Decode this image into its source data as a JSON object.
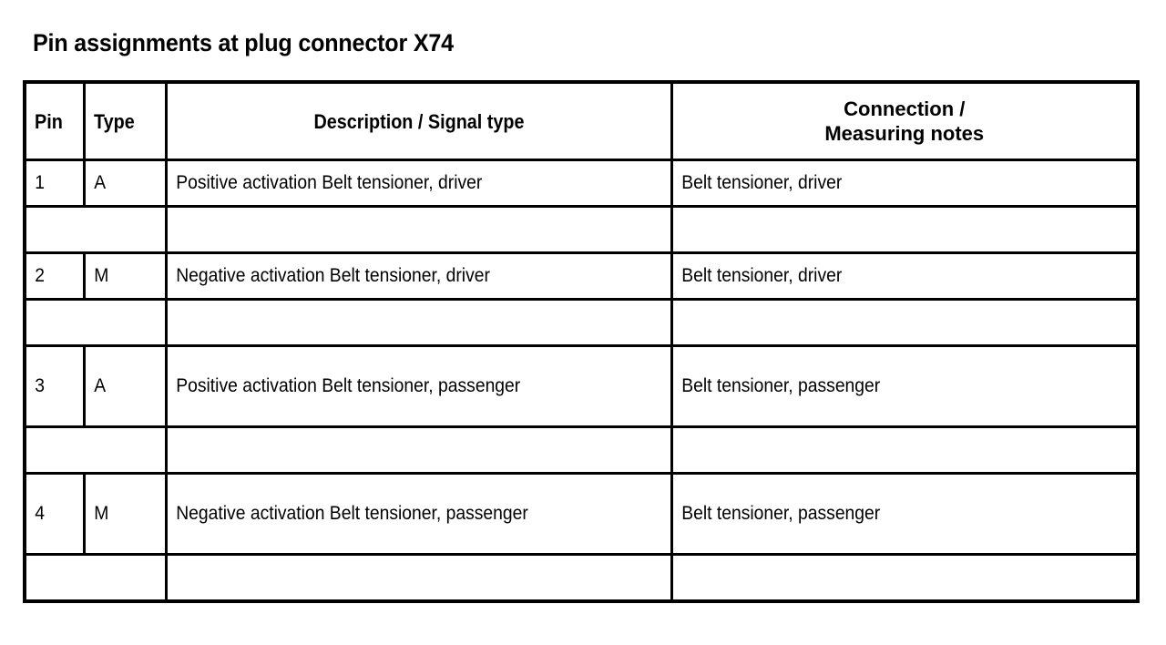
{
  "page_title": "Pin assignments at plug connector X74",
  "table": {
    "headers": {
      "pin": "Pin",
      "type": "Type",
      "description": "Description / Signal type",
      "connection_line1": "Connection /",
      "connection_line2": "Measuring notes"
    },
    "rows": [
      {
        "kind": "data",
        "pin": "1",
        "type": "A",
        "description": "Positive activation Belt tensioner, driver",
        "connection": "Belt tensioner, driver",
        "height": "short"
      },
      {
        "kind": "spacer",
        "pin": "",
        "type": "",
        "description": "",
        "connection": ""
      },
      {
        "kind": "data",
        "pin": "2",
        "type": "M",
        "description": "Negative activation Belt tensioner, driver",
        "connection": "Belt tensioner, driver",
        "height": "short"
      },
      {
        "kind": "spacer",
        "pin": "",
        "type": "",
        "description": "",
        "connection": ""
      },
      {
        "kind": "data",
        "pin": "3",
        "type": "A",
        "description": "Positive activation Belt tensioner, passenger",
        "connection": "Belt tensioner, passenger",
        "height": "tall"
      },
      {
        "kind": "spacer",
        "pin": "",
        "type": "",
        "description": "",
        "connection": ""
      },
      {
        "kind": "data",
        "pin": "4",
        "type": "M",
        "description": "Negative activation Belt tensioner, passenger",
        "connection": "Belt tensioner, passenger",
        "height": "tall"
      },
      {
        "kind": "spacer",
        "pin": "",
        "type": "",
        "description": "",
        "connection": ""
      }
    ]
  },
  "colors": {
    "background": "#ffffff",
    "text": "#000000",
    "border": "#000000"
  }
}
